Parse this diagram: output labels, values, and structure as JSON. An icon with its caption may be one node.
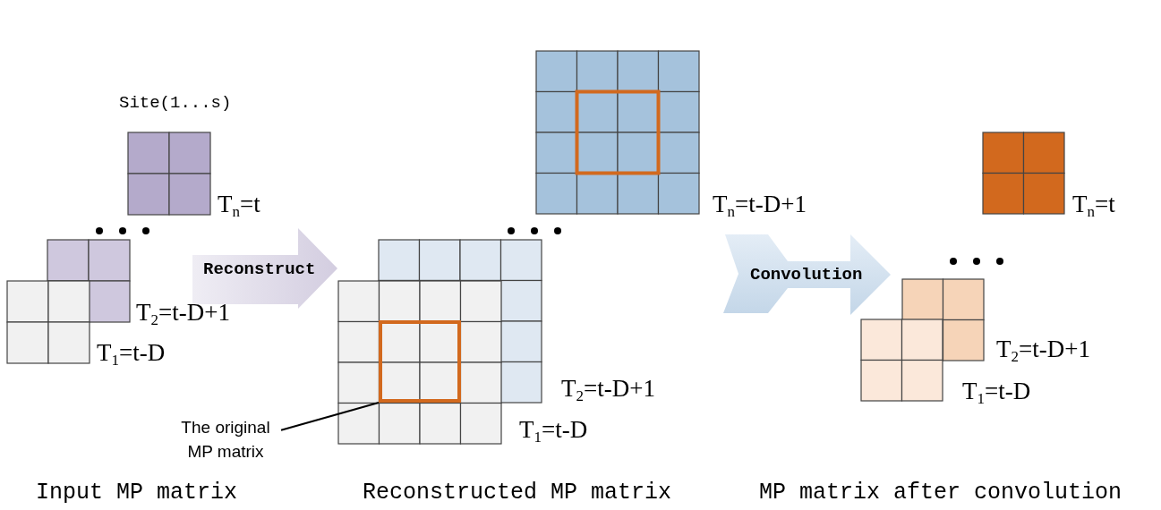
{
  "diagram": {
    "nodes": [
      {
        "text": [
          "Reconstruct"
        ]
      },
      {
        "text": [
          "Convolution"
        ]
      },
      {
        "text": [
          "The original MP matrix"
        ]
      },
      {
        "text": [],
        "shape": "box"
      }
    ],
    "edges": [
      {
        "from": 2,
        "to": 3,
        "arrow": "none"
      }
    ],
    "labels": [
      "Site(1...s)",
      "T$_{n}$=t",
      "T$_{2}$=t-D+1",
      "T$_{1}$=t-D",
      "T$_{n}$=t-D+1",
      "T$_{2}$=t-D+1",
      "T$_{1}$=t-D",
      "T$_{n}$=t",
      "T$_{2}$=t-D+1",
      "T$_{1}$=t-D",
      "Input MP matrix",
      "Reconstructed MP matrix",
      "MP matrix after convolution"
    ]
  }
}
